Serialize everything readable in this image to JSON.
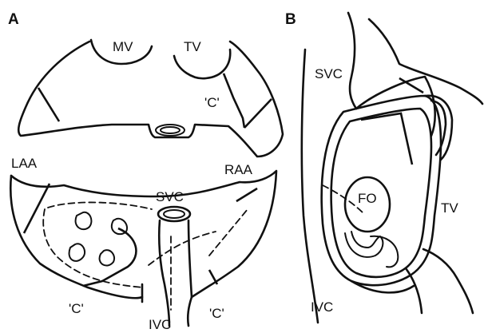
{
  "panels": {
    "a": {
      "panel_label": "A",
      "labels": {
        "mv": "MV",
        "tv": "TV",
        "c_top": "'C'",
        "laa": "LAA",
        "raa": "RAA",
        "svc": "SVC",
        "c_bottom_left": "'C'",
        "ivc": "IVC",
        "c_bottom_right": "'C'"
      }
    },
    "b": {
      "panel_label": "B",
      "labels": {
        "svc": "SVC",
        "fo": "FO",
        "tv": "TV",
        "ivc": "IVC"
      }
    }
  },
  "colors": {
    "ink": "#111111",
    "background": "#ffffff"
  }
}
